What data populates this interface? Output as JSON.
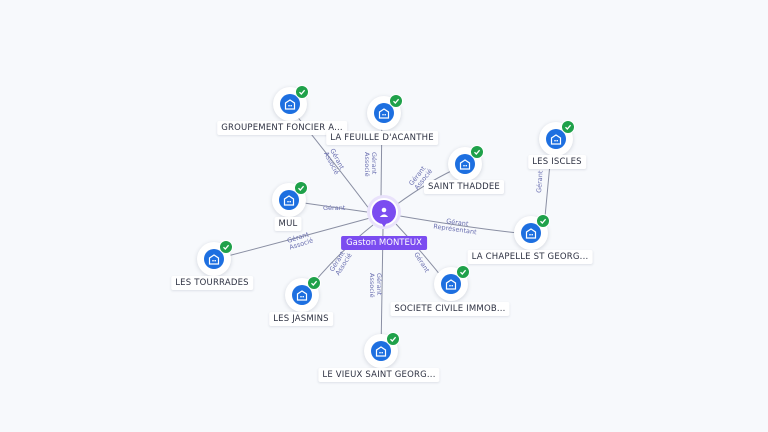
{
  "center": {
    "name": "Gaston MONTEUX",
    "icon": "person-icon",
    "color": "#7b4cf0"
  },
  "colors": {
    "company_icon_bg": "#1d6fe0",
    "verified_badge": "#1fa14a",
    "edge": "#8a8fa3",
    "edge_label": "#6a6fb0"
  },
  "nodes": [
    {
      "id": "groupement-foncier",
      "label": "GROUPEMENT FONCIER A...",
      "edge_label": "Gérant\nAssocié"
    },
    {
      "id": "la-feuille-dacanthe",
      "label": "LA FEUILLE D'ACANTHE",
      "edge_label": "Gérant\nAssocié"
    },
    {
      "id": "saint-thaddee",
      "label": "SAINT THADDEE",
      "edge_label": "Gérant\nAssocié"
    },
    {
      "id": "les-iscles",
      "label": "LES ISCLES",
      "edge_label": "Gérant"
    },
    {
      "id": "la-chapelle",
      "label": "LA CHAPELLE ST GEORG...",
      "edge_label": "Gérant\nReprésentant"
    },
    {
      "id": "mul",
      "label": "MUL",
      "edge_label": "Gérant"
    },
    {
      "id": "les-tourrades",
      "label": "LES TOURRADES",
      "edge_label": "Gérant\nAssocié"
    },
    {
      "id": "les-jasmins",
      "label": "LES JASMINS",
      "edge_label": "Gérant\nAssocié"
    },
    {
      "id": "societe-civile",
      "label": "SOCIETE CIVILE IMMOB...",
      "edge_label": "Gérant"
    },
    {
      "id": "le-vieux-saint",
      "label": "LE VIEUX SAINT GEORG...",
      "edge_label": "Gérant\nAssocié"
    }
  ]
}
